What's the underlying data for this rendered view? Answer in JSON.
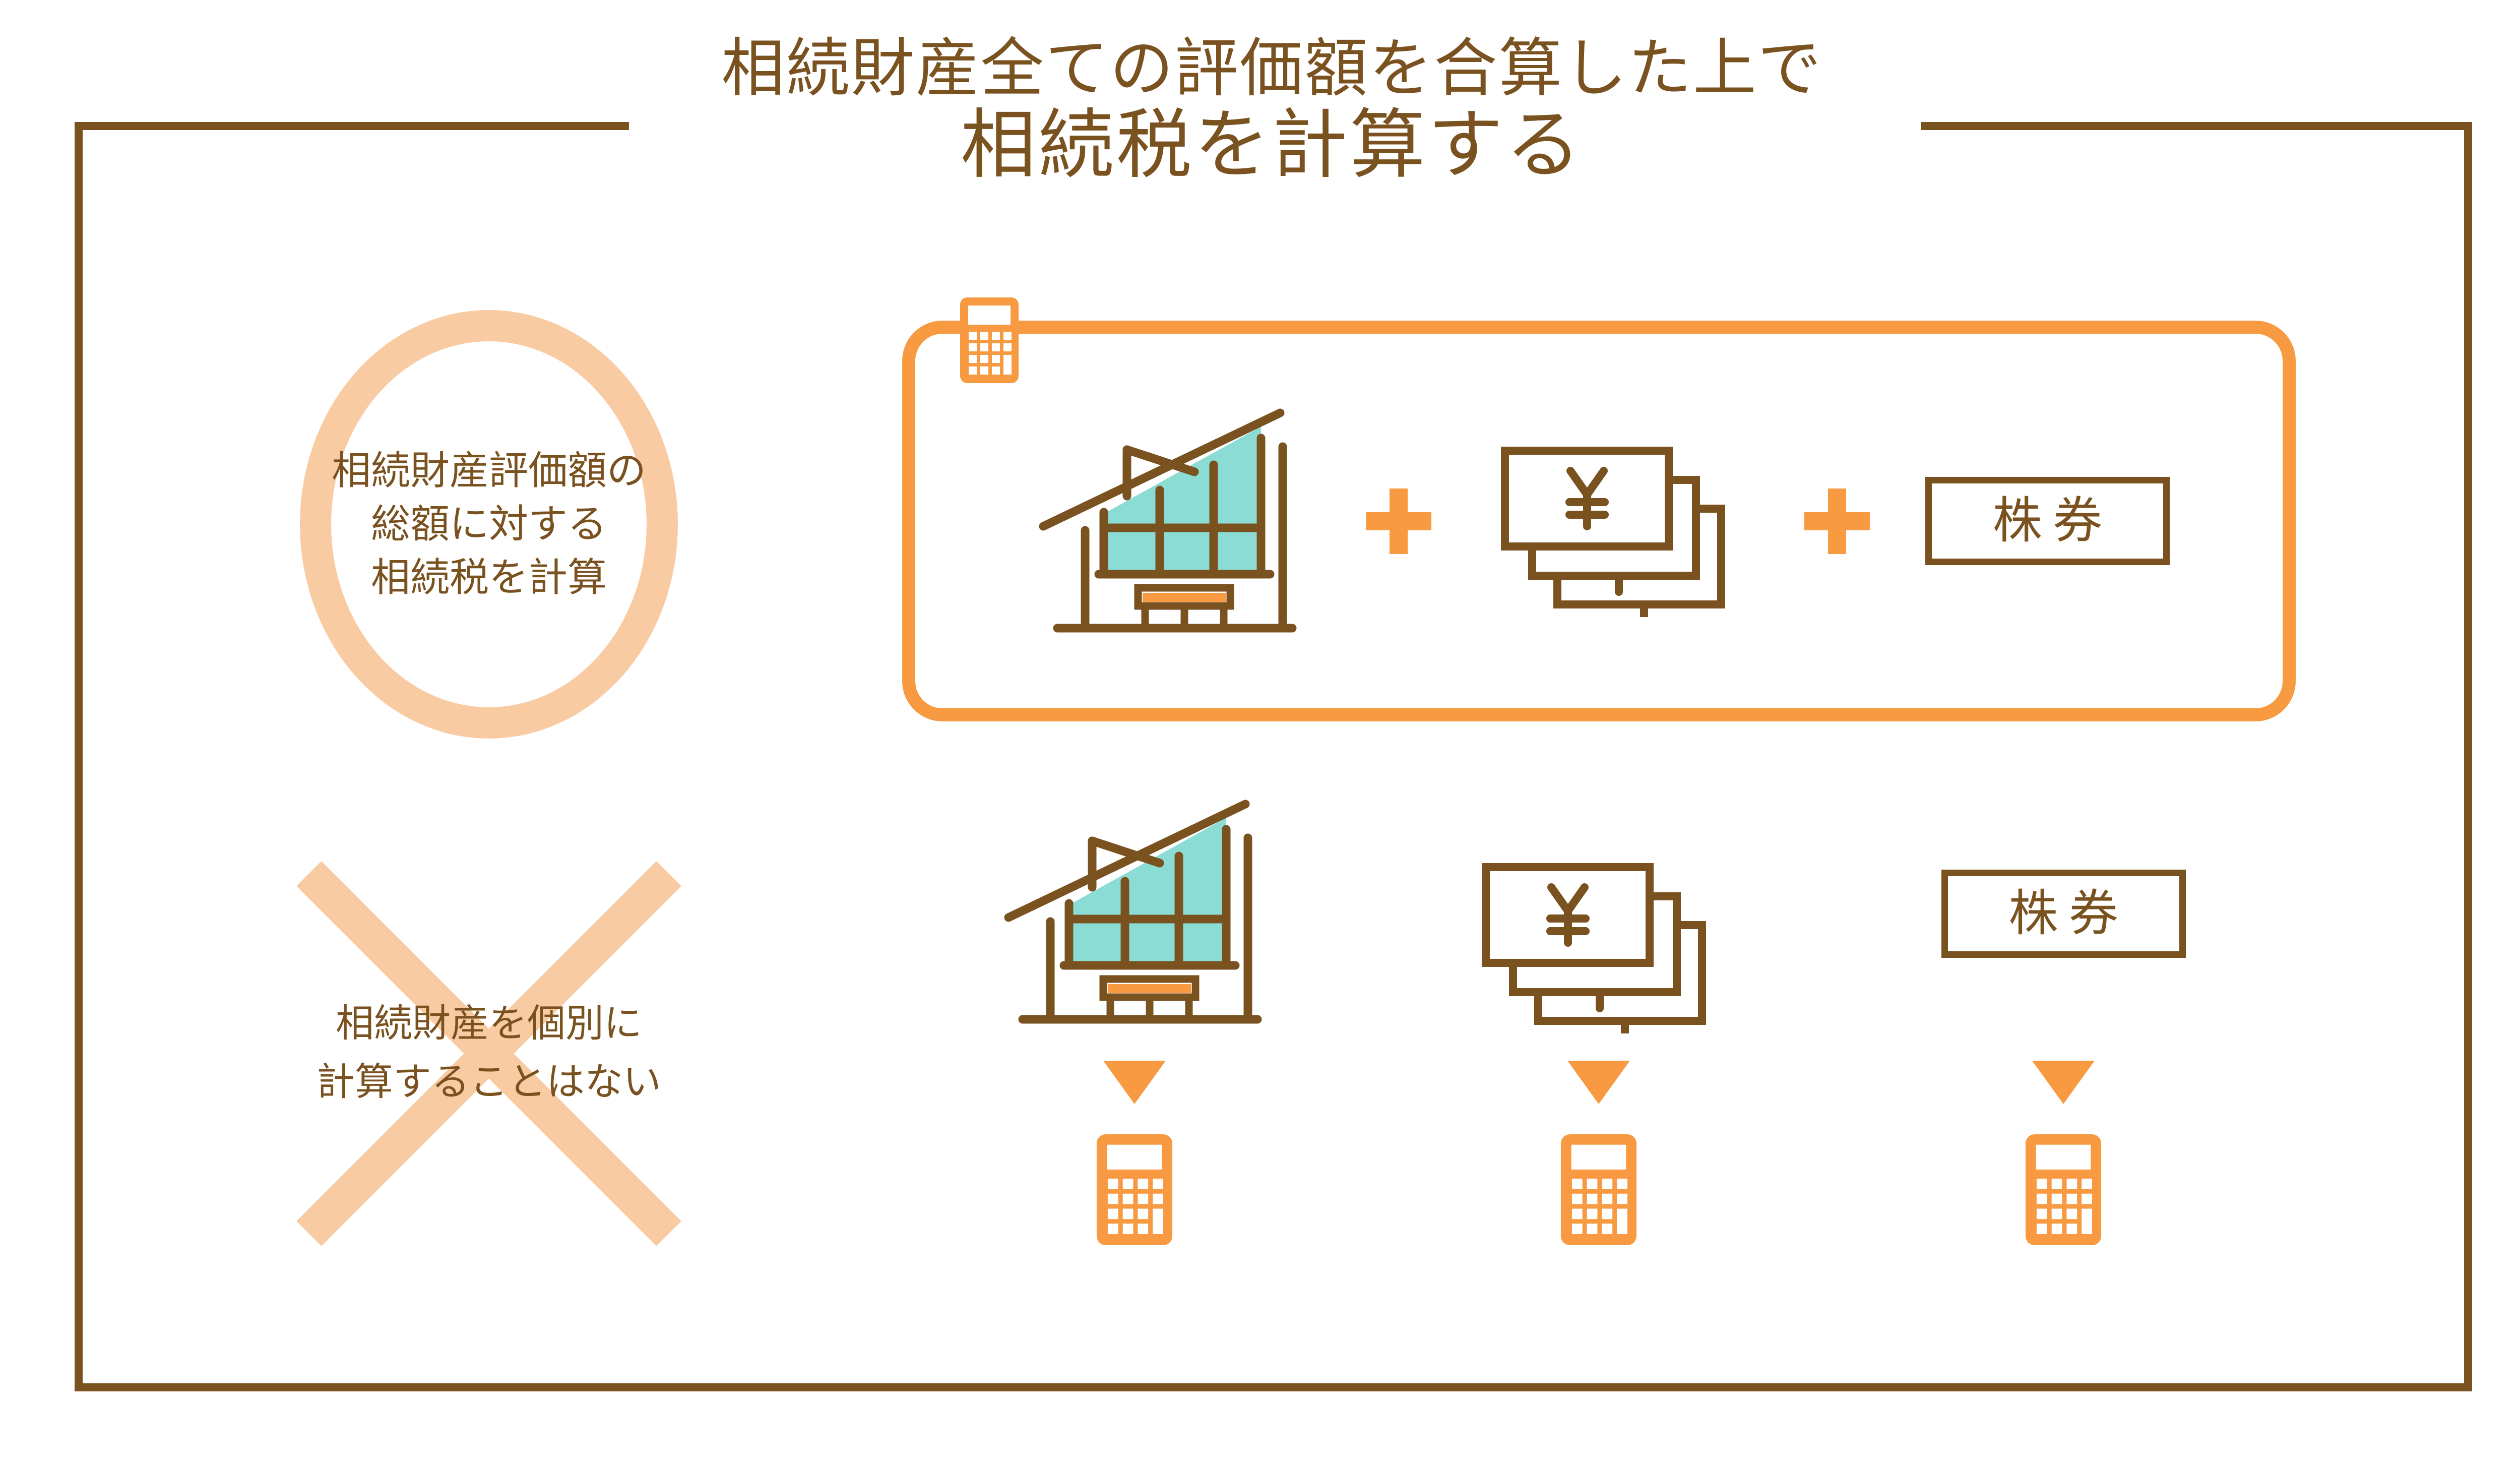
{
  "title": {
    "line1": "相続財産全ての評価額を合算した上で",
    "line2": "相続税を計算する"
  },
  "colors": {
    "brown": "#7A5220",
    "orange": "#F79A42",
    "peach": "#F9CBA3",
    "teal": "#8CDCD6",
    "background": "#FFFFFF"
  },
  "good_case": {
    "badge_lines": [
      "相続財産評価額の",
      "総額に対する",
      "相続税を計算"
    ],
    "assets": [
      {
        "kind": "house",
        "label": ""
      },
      {
        "kind": "cash",
        "label": "¥"
      },
      {
        "kind": "stock",
        "label": "株券"
      }
    ],
    "operator": "+"
  },
  "bad_case": {
    "badge_lines": [
      "相続財産を個別に",
      "計算することはない"
    ],
    "assets": [
      {
        "kind": "house",
        "label": ""
      },
      {
        "kind": "cash",
        "label": "¥"
      },
      {
        "kind": "stock",
        "label": "株券"
      }
    ],
    "arrow": "▼"
  }
}
